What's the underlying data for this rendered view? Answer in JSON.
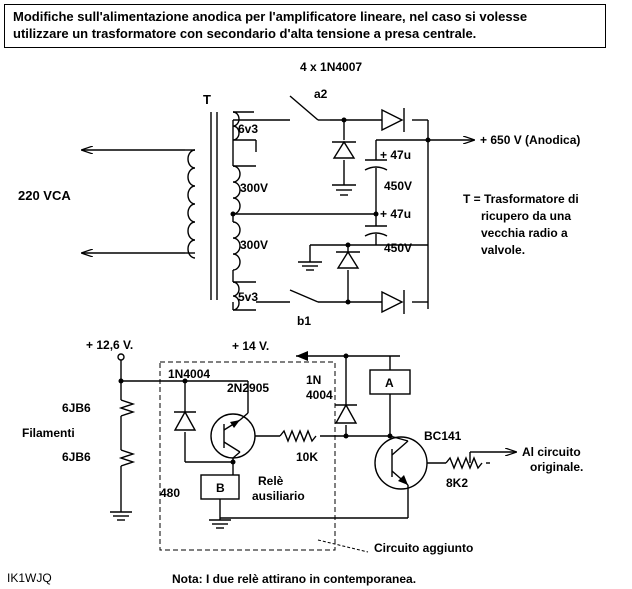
{
  "header": {
    "line1": "Modifiche sull'alimentazione anodica per l'amplificatore lineare, nel caso si volesse",
    "line2": "utilizzare un trasformatore con secondario d'alta tensione a presa centrale."
  },
  "top": {
    "diodes_label": "4 x 1N4007",
    "transformer_label": "T",
    "windings": [
      "6v3",
      "300V",
      "300V",
      "5v3"
    ],
    "mains_label": "220 VCA",
    "switch_a": "a2",
    "switch_b": "b1",
    "caps": [
      {
        "value": "+ 47u",
        "voltage": "450V"
      },
      {
        "value": "+ 47u",
        "voltage": "450V"
      }
    ],
    "output": "+ 650 V  (Anodica)",
    "legend": [
      "T = Trasformatore di",
      "ricupero da una",
      "vecchia radio a",
      "valvole."
    ]
  },
  "bottom": {
    "supply": "+ 12,6 V.",
    "tubes": [
      "6JB6",
      "6JB6"
    ],
    "filaments": "Filamenti",
    "rail": "+ 14 V.",
    "d1": "1N4004",
    "q1": "2N2905",
    "d2": [
      "1N",
      "4004"
    ],
    "r1": "10K",
    "relay_a": "A",
    "relay_b": "B",
    "r_b": "480",
    "relay_aux": [
      "Relè",
      "ausiliario"
    ],
    "q2": "BC141",
    "r2": "8K2",
    "out": [
      "Al circuito",
      "originale."
    ],
    "box_caption": "Circuito aggiunto",
    "author": "IK1WJQ",
    "note": "Nota: I due relè attirano in contemporanea."
  }
}
